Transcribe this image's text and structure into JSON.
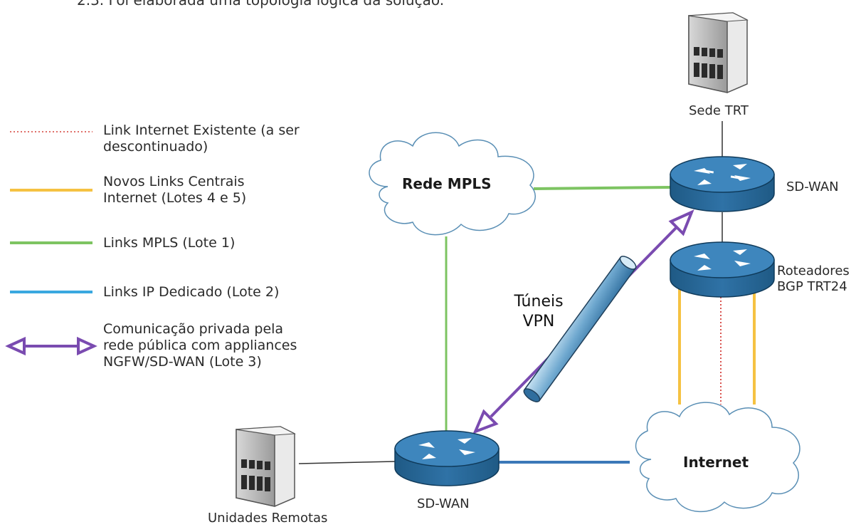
{
  "caption": "2.3.      Foi elaborada uma topologia lógica da solução.",
  "legend": [
    {
      "line1": "Link Internet Existente (a ser",
      "line2": "descontinuado)",
      "color": "#e0706a",
      "style": "dotted"
    },
    {
      "line1": "Novos Links Centrais",
      "line2": "Internet (Lotes 4 e 5)",
      "color": "#f5c242",
      "style": "solid"
    },
    {
      "line1": "Links MPLS (Lote 1)",
      "line2": "",
      "color": "#7dc462",
      "style": "solid"
    },
    {
      "line1": "Links IP Dedicado (Lote 2)",
      "line2": "",
      "color": "#3aa8e0",
      "style": "solid"
    },
    {
      "line1": "Comunicação privada pela",
      "line2": "rede pública com appliances",
      "line3": "NGFW/SD-WAN (Lote 3)",
      "color": "#7a4bb0",
      "style": "arrow"
    }
  ],
  "nodes": {
    "sede": "Sede TRT",
    "sdwan_top": "SD-WAN",
    "roteadores_line1": "Roteadores",
    "roteadores_line2": "BGP TRT24",
    "sdwan_bottom": "SD-WAN",
    "unidades": "Unidades Remotas"
  },
  "clouds": {
    "mpls": "Rede MPLS",
    "internet": "Internet"
  },
  "tunnel": {
    "line1": "Túneis",
    "line2": "VPN"
  },
  "colors": {
    "router_fill": "#2e6e9e",
    "router_top": "#4a8ec0",
    "mpls_green": "#7dc462",
    "ip_blue": "#3b78b8",
    "internet_orange": "#f5c242",
    "existing_red": "#d9534f",
    "vpn_purple": "#7a4bb0"
  }
}
